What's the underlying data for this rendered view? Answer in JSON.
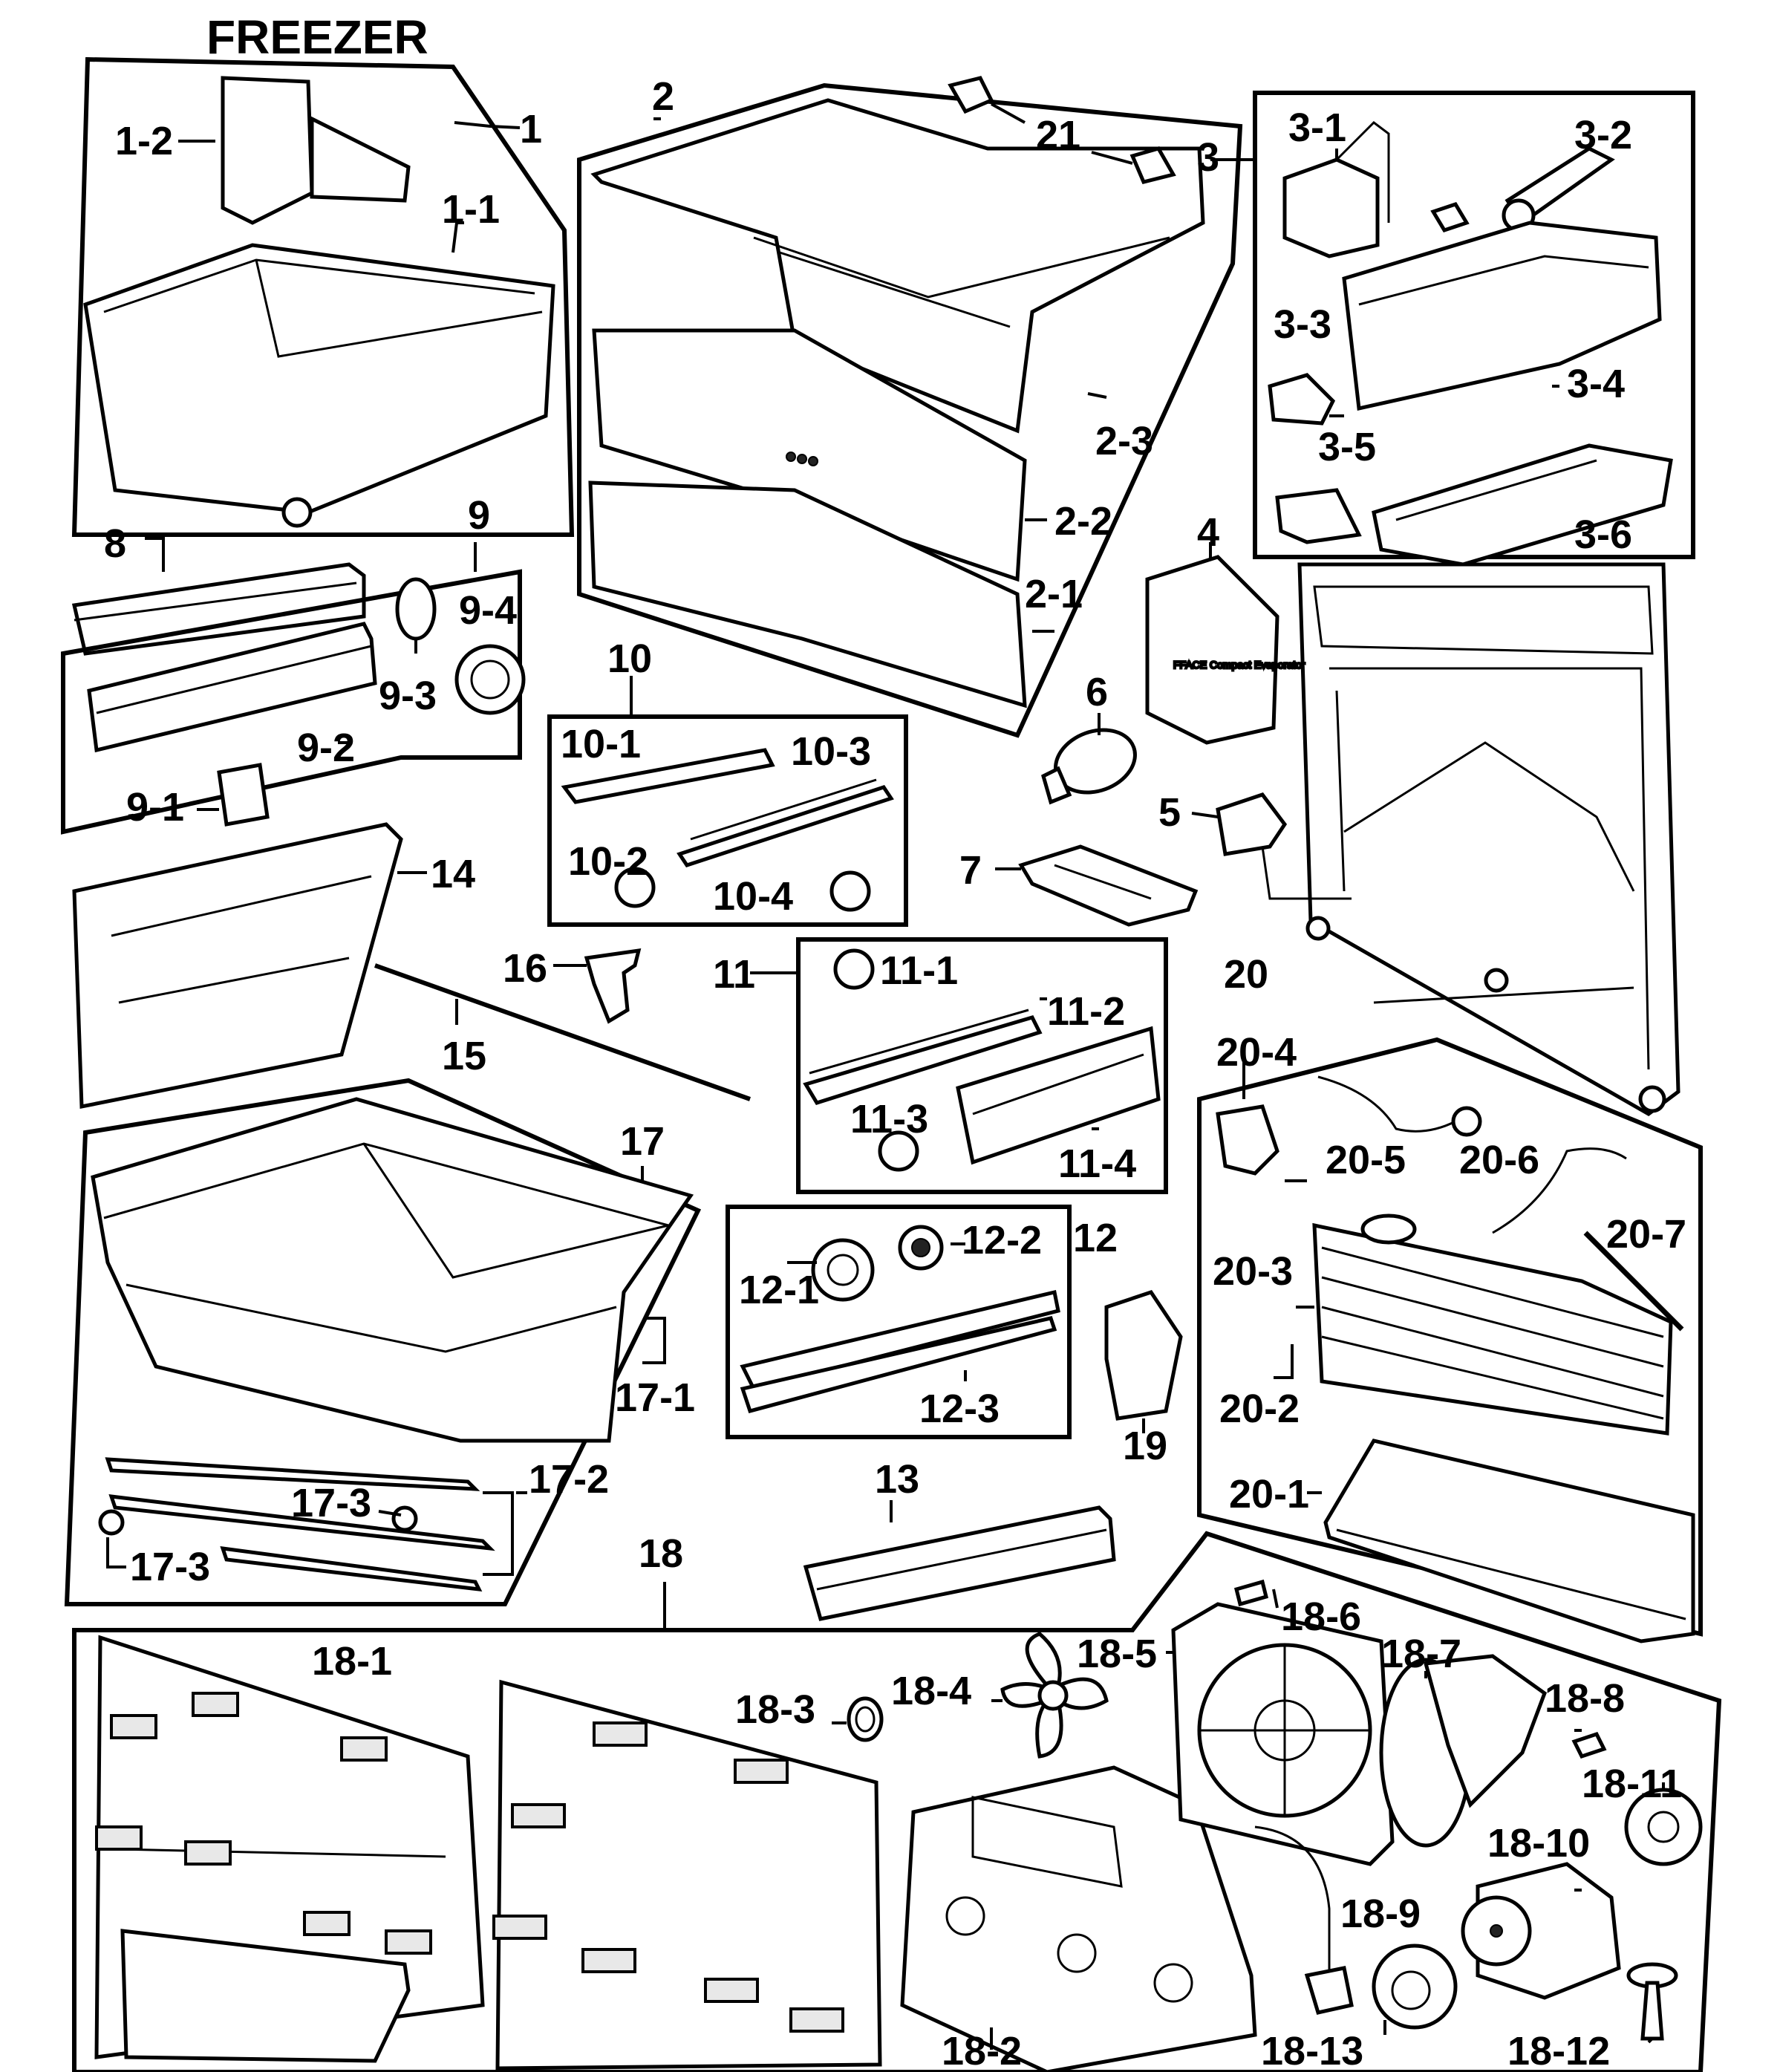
{
  "title": "FREEZER",
  "labels": {
    "l1": "1",
    "l1_1": "1-1",
    "l1_2": "1-2",
    "l2": "2",
    "l2_1": "2-1",
    "l2_2": "2-2",
    "l2_3": "2-3",
    "l3": "3",
    "l3_1": "3-1",
    "l3_2": "3-2",
    "l3_3": "3-3",
    "l3_4": "3-4",
    "l3_5": "3-5",
    "l3_6": "3-6",
    "l4": "4",
    "l5": "5",
    "l6": "6",
    "l7": "7",
    "l8": "8",
    "l9": "9",
    "l9_1": "9-1",
    "l9_2": "9-2",
    "l9_3": "9-3",
    "l9_4": "9-4",
    "l10": "10",
    "l10_1": "10-1",
    "l10_2": "10-2",
    "l10_3": "10-3",
    "l10_4": "10-4",
    "l11": "11",
    "l11_1": "11-1",
    "l11_2": "11-2",
    "l11_3": "11-3",
    "l11_4": "11-4",
    "l12": "12",
    "l12_1": "12-1",
    "l12_2": "12-2",
    "l12_3": "12-3",
    "l13": "13",
    "l14": "14",
    "l15": "15",
    "l16": "16",
    "l17": "17",
    "l17_1": "17-1",
    "l17_2": "17-2",
    "l17_3a": "17-3",
    "l17_3b": "17-3",
    "l18": "18",
    "l18_1": "18-1",
    "l18_2": "18-2",
    "l18_3": "18-3",
    "l18_4": "18-4",
    "l18_5": "18-5",
    "l18_6": "18-6",
    "l18_7": "18-7",
    "l18_8": "18-8",
    "l18_9": "18-9",
    "l18_10": "18-10",
    "l18_11": "18-11",
    "l18_12": "18-12",
    "l18_13": "18-13",
    "l19": "19",
    "l20": "20",
    "l20_1": "20-1",
    "l20_2": "20-2",
    "l20_3": "20-3",
    "l20_4": "20-4",
    "l20_5": "20-5",
    "l20_6": "20-6",
    "l20_7": "20-7",
    "l21": "21"
  },
  "cover_text": "FFACE Compact Evaporator"
}
